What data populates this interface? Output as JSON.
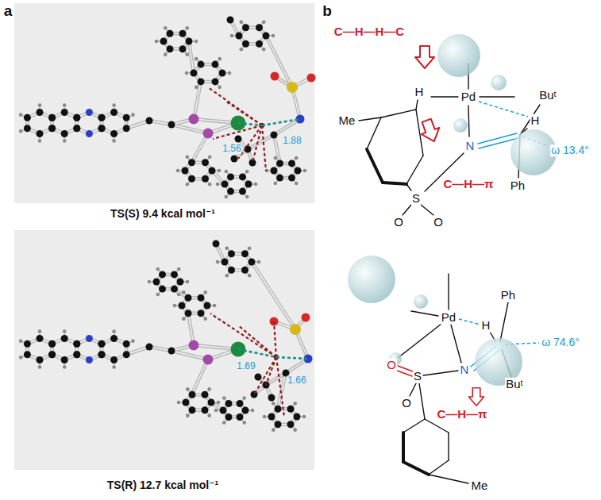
{
  "diagram": {
    "labels": [
      "a",
      "1.56",
      "1.88",
      "TS(S) 9.4 kcal mol⁻¹",
      "1.69",
      "1.66",
      "TS(R) 12.7 kcal mol⁻¹",
      "b",
      "C—H—H—C",
      "H",
      "Pd",
      "Me",
      "Buᵗ",
      "H",
      "N",
      "ω 13.4°",
      "C—H—π",
      "Ph",
      "S",
      "O",
      "O",
      "Pd",
      "Ph",
      "H",
      "ω 74.6°",
      "O",
      "S",
      "N",
      "Buᵗ",
      "C—H—π",
      "O",
      "Me"
    ]
  }
}
